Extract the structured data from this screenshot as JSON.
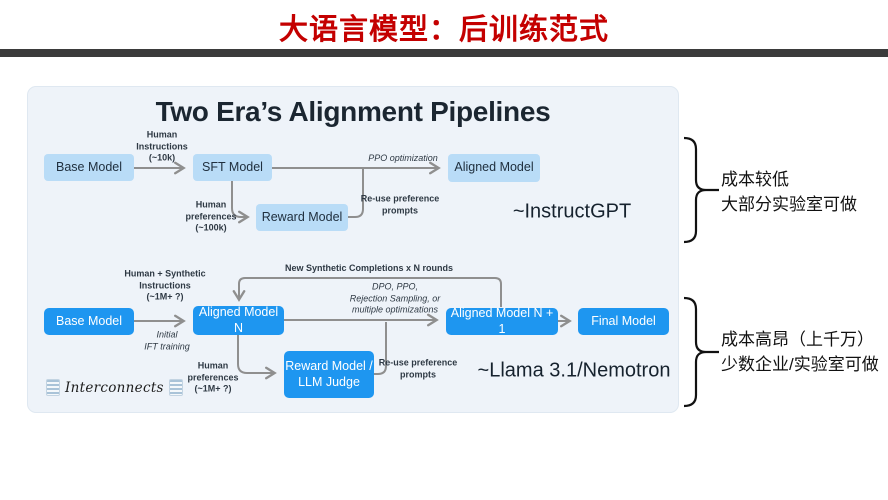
{
  "slide": {
    "title": "大语言模型：后训练范式"
  },
  "diagram": {
    "title": "Two Era’s Alignment Pipelines",
    "logo": "Interconnects",
    "era1": {
      "boxes": {
        "base_model": "Base Model",
        "sft_model": "SFT Model",
        "aligned_model": "Aligned Model",
        "reward_model": "Reward Model"
      },
      "labels": {
        "human_instructions": "Human\nInstructions\n(~10k)",
        "ppo_optimization": "PPO optimization",
        "human_preferences": "Human\npreferences\n(~100k)",
        "reuse_prompts": "Re-use preference\nprompts",
        "example": "~InstructGPT"
      }
    },
    "era2": {
      "boxes": {
        "base_model": "Base Model",
        "aligned_model_n": "Aligned Model N",
        "aligned_model_n1": "Aligned Model N + 1",
        "final_model": "Final Model",
        "reward_model_judge": "Reward Model /\nLLM Judge"
      },
      "labels": {
        "human_synth_instructions": "Human + Synthetic\nInstructions\n(~1M+ ?)",
        "initial_ift": "Initial\nIFT training",
        "new_synth_completions": "New Synthetic Completions x N rounds",
        "dpo_ppo": "DPO, PPO,\nRejection Sampling, or\nmultiple optimizations",
        "human_preferences": "Human\npreferences\n(~1M+ ?)",
        "reuse_prompts": "Re-use preference\nprompts",
        "example": "~Llama 3.1/Nemotron"
      }
    }
  },
  "annotations": {
    "era1": "成本较低\n大部分实验室可做",
    "era2": "成本高昂（上千万）\n少数企业/实验室可做"
  },
  "colors": {
    "title_red": "#c40000",
    "bar_dark": "#3b3b3b",
    "card_bg": "#eef3f9",
    "box_light_blue": "#b9dcf7",
    "box_bright_blue": "#1e96f0",
    "connector_gray": "#8f8f8f"
  }
}
